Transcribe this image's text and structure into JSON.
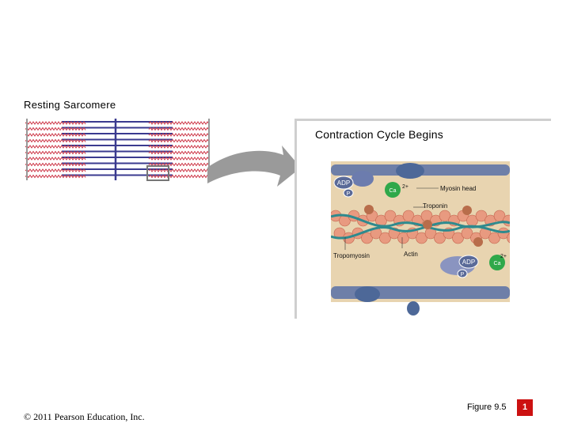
{
  "title_resting": "Resting Sarcomere",
  "title_contraction": "Contraction Cycle Begins",
  "labels": {
    "myosin_head": "Myosin head",
    "troponin": "Troponin",
    "tropomyosin": "Tropomyosin",
    "actin": "Actin",
    "adp": "ADP",
    "p": "P",
    "ca": "Ca",
    "ca_charge": "2+"
  },
  "footer": {
    "copyright": "© 2011 Pearson Education, Inc.",
    "figure": "Figure 9.5",
    "page": "1"
  },
  "colors": {
    "thick_filament": "#3a3a8f",
    "thin_filament": "#cc3344",
    "background_panel": "#e8d4b0",
    "calcium": "#2fa84a",
    "myosin": "#5b74a8",
    "actin_bead": "#e89a80"
  }
}
